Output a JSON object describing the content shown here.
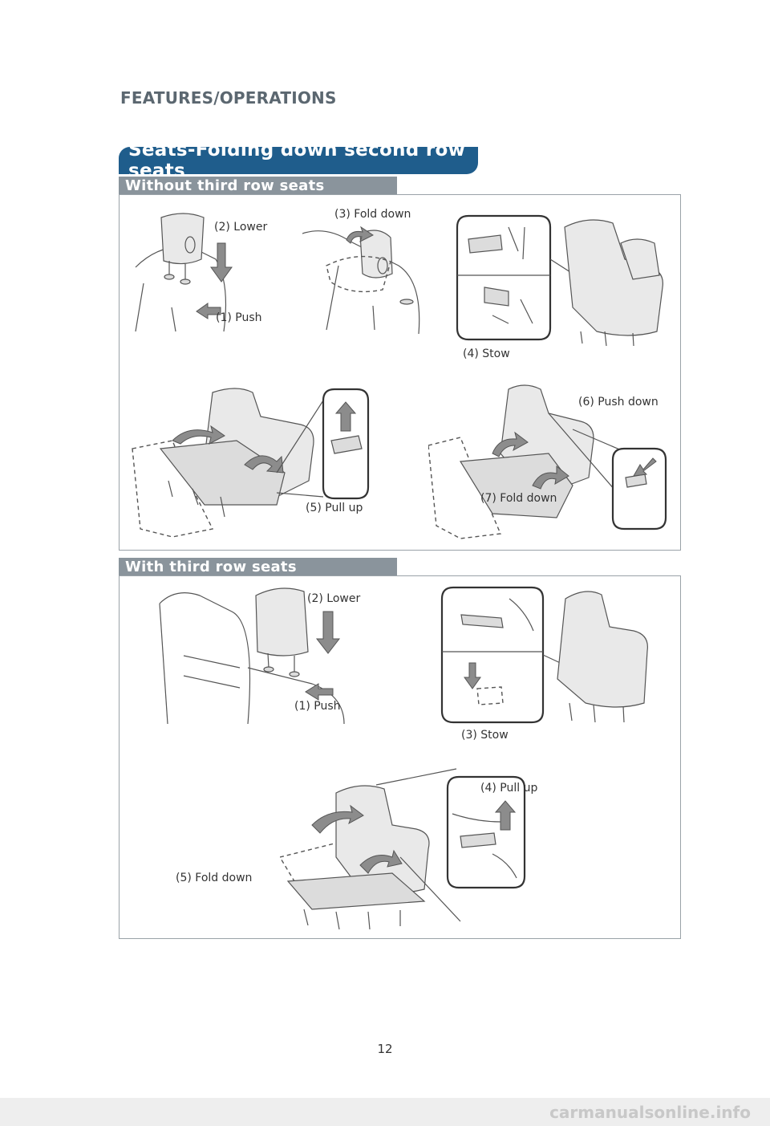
{
  "header": {
    "section": "FEATURES/OPERATIONS"
  },
  "title": "Seats-Folding down second row seats",
  "without": {
    "heading": "Without third row seats",
    "steps": {
      "push": "(1) Push",
      "lower": "(2) Lower",
      "fold": "(3) Fold down",
      "stow": "(4) Stow",
      "pull": "(5) Pull up",
      "pushdown": "(6) Push down",
      "folddown": "(7) Fold down"
    }
  },
  "with": {
    "heading": "With third row seats",
    "steps": {
      "lower": "(2) Lower",
      "push": "(1) Push",
      "stow": "(3) Stow",
      "pull": "(4) Pull up",
      "fold": "(5) Fold down"
    }
  },
  "page_number": "12",
  "watermark": "carmanualsonline.info"
}
